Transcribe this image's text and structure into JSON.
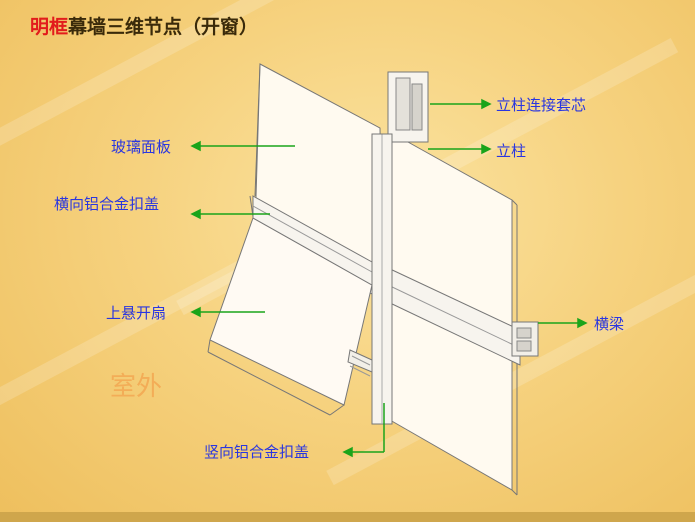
{
  "title": {
    "highlight": "明框",
    "rest": "幕墙三维节点（开窗）"
  },
  "labels": {
    "mullion_sleeve": "立柱连接套芯",
    "mullion": "立柱",
    "glass_panel": "玻璃面板",
    "horizontal_cap": "横向铝合金扣盖",
    "top_hung_sash": "上悬开扇",
    "transom": "横梁",
    "vertical_cap": "竖向铝合金扣盖"
  },
  "room_label": "室外",
  "colors": {
    "label_text": "#2a36e0",
    "leader_line": "#1aa41a",
    "title_highlight": "#e21c1c",
    "room_text": "#f3ad57"
  }
}
